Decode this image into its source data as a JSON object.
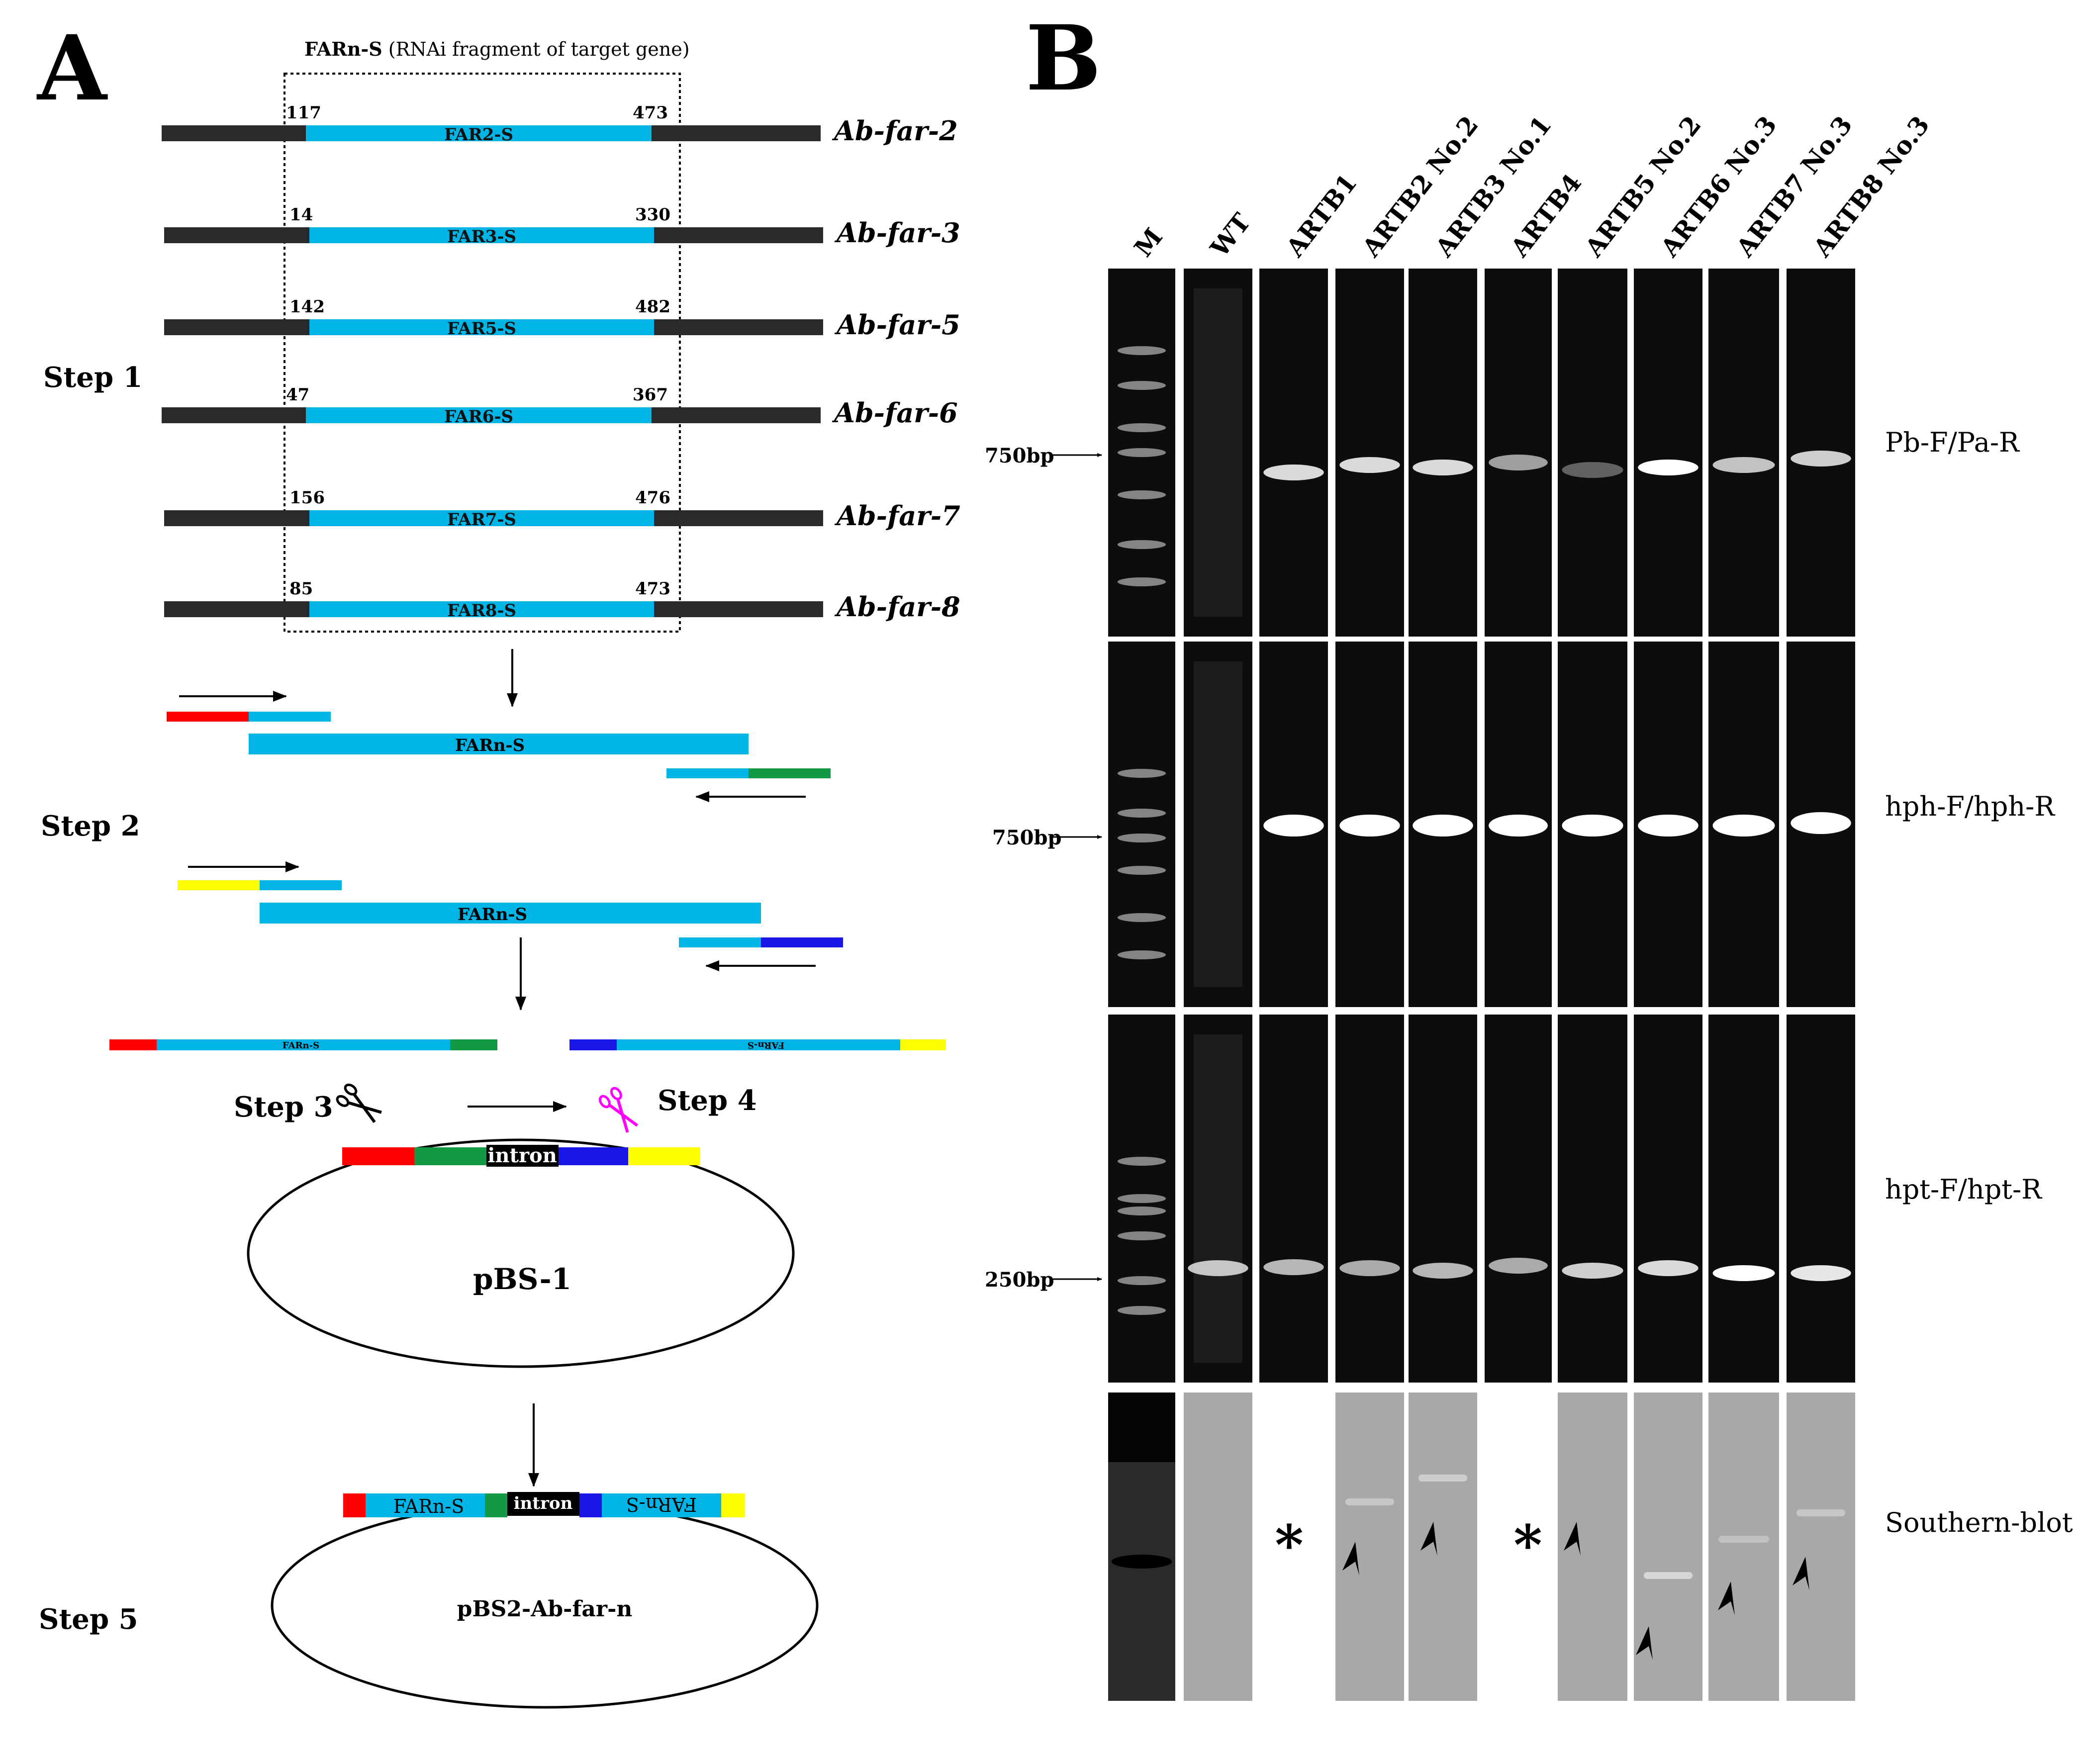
{
  "panelA": {
    "panel_letter": "A",
    "box_title_bold": "FARn-S",
    "box_title_rest": " (RNAi fragment of target gene)",
    "genes": [
      {
        "name": "Ab-far-2",
        "frag": "FAR2-S",
        "start": "117",
        "end": "473"
      },
      {
        "name": "Ab-far-3",
        "frag": "FAR3-S",
        "start": "14",
        "end": "330"
      },
      {
        "name": "Ab-far-5",
        "frag": "FAR5-S",
        "start": "142",
        "end": "482"
      },
      {
        "name": "Ab-far-6",
        "frag": "FAR6-S",
        "start": "47",
        "end": "367"
      },
      {
        "name": "Ab-far-7",
        "frag": "FAR7-S",
        "start": "156",
        "end": "476"
      },
      {
        "name": "Ab-far-8",
        "frag": "FAR8-S",
        "start": "85",
        "end": "473"
      }
    ],
    "steps": {
      "s1": "Step 1",
      "s2": "Step 2",
      "s3": "Step 3",
      "s4": "Step 4",
      "s5": "Step 5"
    },
    "frag_label": "FARn-S",
    "small_frag": "FARn-S",
    "intron": "intron",
    "plasmid1": "pBS-1",
    "plasmid2": "pBS2-Ab-far-n",
    "construct_left": "FARn-S",
    "construct_right": "FARn-S",
    "colors": {
      "red": "#ff0000",
      "green": "#119944",
      "blue": "#1a17e6",
      "yellow": "#ffff00",
      "cyan": "#00b4e6",
      "dark": "#2a2a2a",
      "magenta": "#ff00ff"
    }
  },
  "panelB": {
    "panel_letter": "B",
    "lanes": [
      "M",
      "WT",
      "ARTB1",
      "ARTB2 No.2",
      "ARTB3 No.1",
      "ARTB4",
      "ARTB5 No.2",
      "ARTB6 No.3",
      "ARTB7 No.3",
      "ARTB8 No.3"
    ],
    "rows": [
      {
        "label": "Pb-F/Pa-R",
        "marker": "750bp"
      },
      {
        "label": "hph-F/hph-R",
        "marker": "750bp"
      },
      {
        "label": "hpt-F/hpt-R",
        "marker": "250bp"
      },
      {
        "label": "Southern-blot",
        "marker": ""
      }
    ],
    "asterisk": "*"
  }
}
